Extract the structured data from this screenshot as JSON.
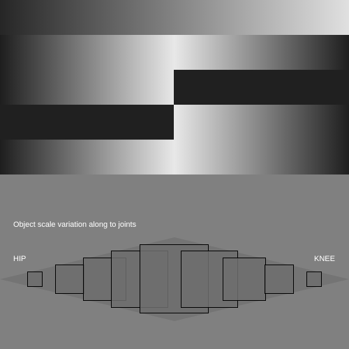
{
  "diagram": {
    "caption": "Object scale variation along to joints",
    "left_joint": "HIP",
    "right_joint": "KNEE"
  },
  "colors": {
    "background": "#808080",
    "dark_band": "#202020",
    "gradient_dark": "#1e1e1e",
    "gradient_light": "#e8e8e8",
    "box_fill": "#6e6e6e",
    "box_stroke": "#000000",
    "cone_fill": "#737373"
  }
}
